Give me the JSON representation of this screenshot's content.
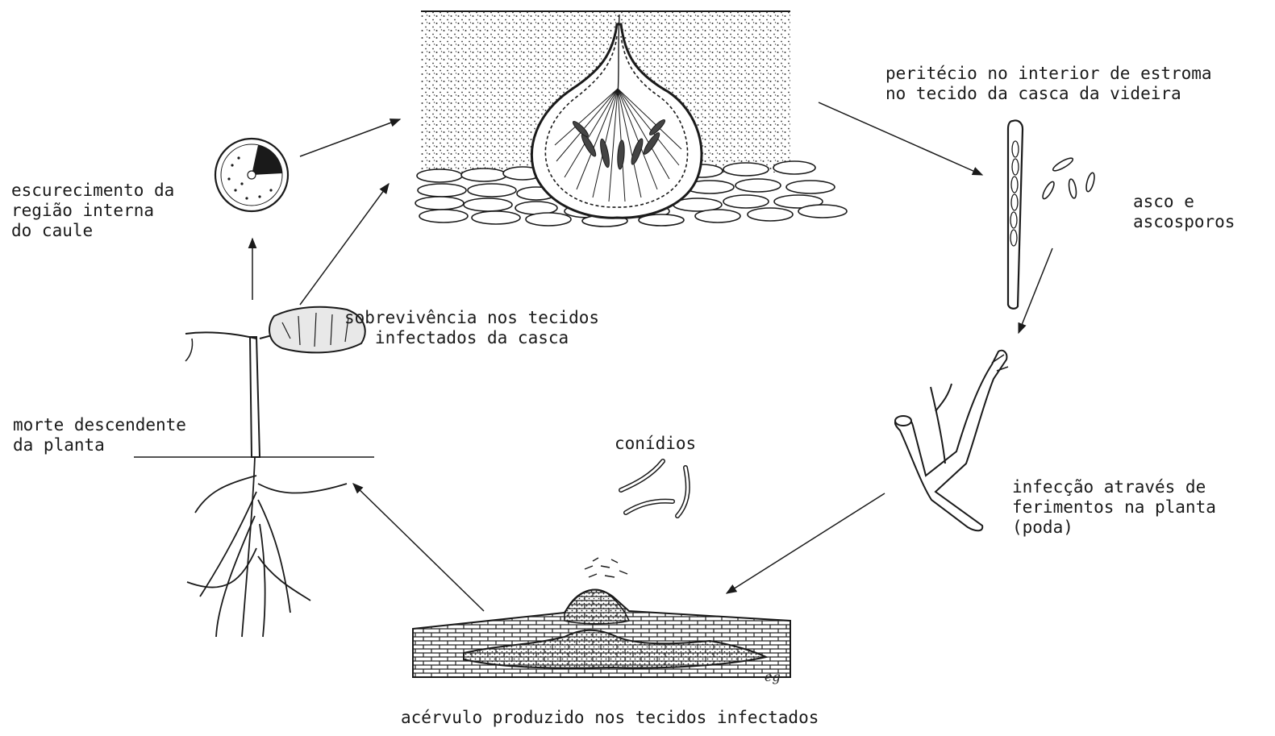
{
  "labels": {
    "perithecium": [
      "peritécio no interior de estroma",
      "no tecido da casca da videira"
    ],
    "asco": [
      "asco e",
      "ascosporos"
    ],
    "infeccao": [
      "infecção através de",
      "ferimentos na planta",
      "(poda)"
    ],
    "conidios": "conídios",
    "acervulo": "acérvulo produzido nos tecidos infectados",
    "sobrevivencia": [
      "sobrevivência nos tecidos",
      "infectados da casca"
    ],
    "morte": [
      "morte descendente",
      "da planta"
    ],
    "escurecimento": [
      "escurecimento da",
      "região interna",
      "do caule"
    ],
    "signature": "eg"
  },
  "icons": [
    "perithecium-cross-section-illustration",
    "ascus-with-ascospores-illustration",
    "pruned-vine-branch-illustration",
    "conidia-illustration",
    "acervulus-cross-section-illustration",
    "grapevine-plant-illustration",
    "stem-cross-section-illustration"
  ],
  "colors": {
    "ink": "#1a1a1a",
    "paper": "#ffffff"
  }
}
